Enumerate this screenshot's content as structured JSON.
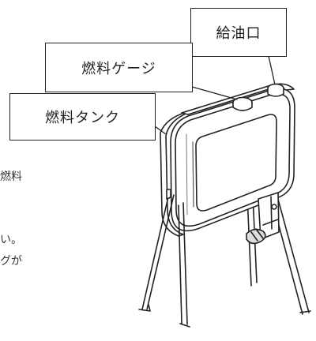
{
  "labels": {
    "fuel_filler": "給油口",
    "fuel_gauge": "燃料ゲージ",
    "fuel_tank": "燃料タンク"
  },
  "fragments": {
    "line1": "燃料",
    "line2": "い。",
    "line3": "グが"
  }
}
